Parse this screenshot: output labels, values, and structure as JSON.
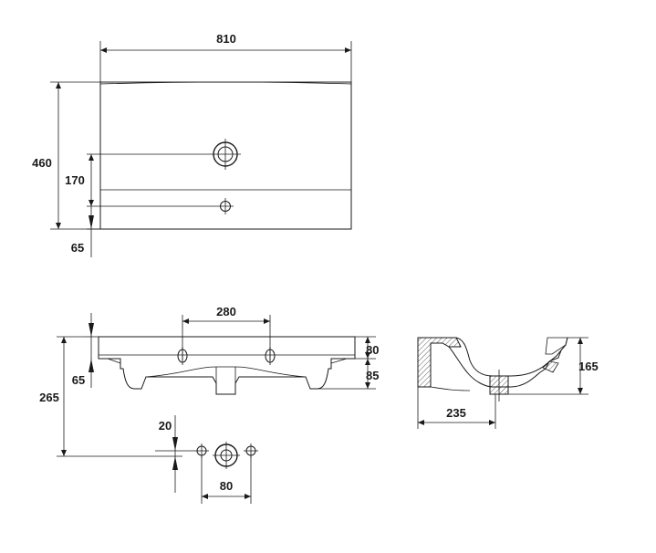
{
  "dimensions": {
    "top_width": "810",
    "top_depth": "460",
    "tap_hole_offset": "170",
    "overflow_offset": "65",
    "tap_spacing": "280",
    "front_height_upper": "80",
    "front_height_lower": "85",
    "front_left_65": "65",
    "front_total_265": "265",
    "detail_20": "20",
    "detail_80": "80",
    "section_height": "165",
    "section_depth": "235"
  }
}
